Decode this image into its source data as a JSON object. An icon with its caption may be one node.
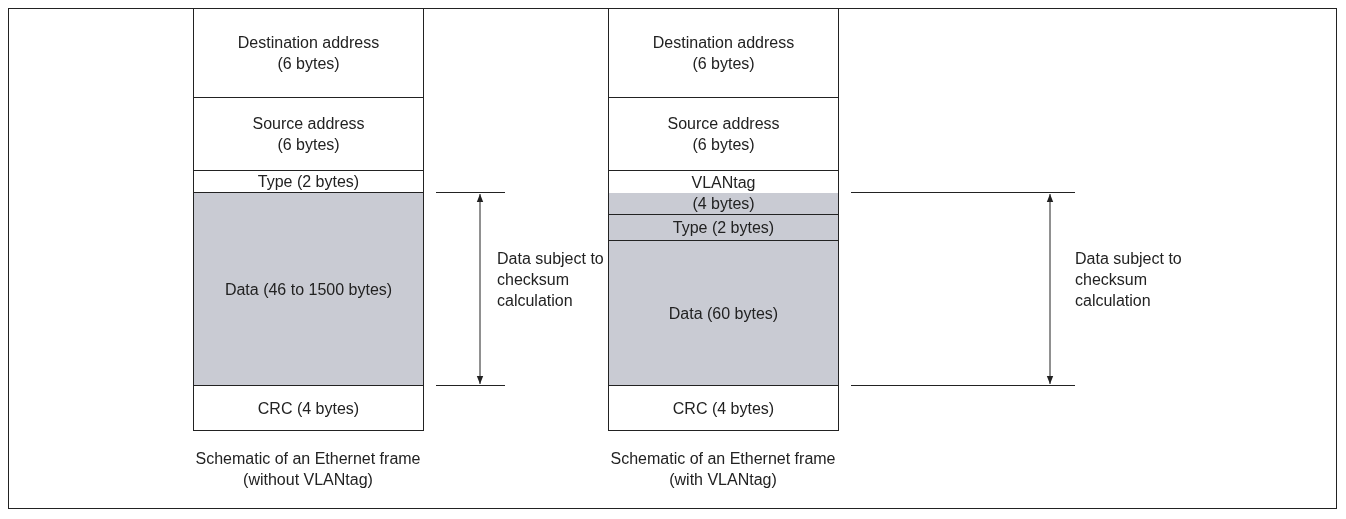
{
  "diagram": {
    "nodes": [
      {
        "text": [
          "Destination address (6 bytes)"
        ]
      },
      {
        "text": [
          "Source address (6 bytes)"
        ]
      },
      {
        "text": [
          "Type (2 bytes)"
        ]
      },
      {
        "text": [
          "Data (46 to 1500 bytes)"
        ]
      },
      {
        "text": [
          "CRC (4 bytes)"
        ]
      },
      {
        "text": [
          "Destination address (6 bytes)"
        ]
      },
      {
        "text": [
          "Source address (6 bytes)"
        ]
      },
      {
        "text": [
          "VLANtag (4 bytes)"
        ]
      },
      {
        "text": [
          "Type (2 bytes)"
        ]
      },
      {
        "text": [
          "Data (60 bytes)"
        ]
      },
      {
        "text": [
          "CRC (4 bytes)"
        ]
      }
    ],
    "edges": [],
    "labels": [
      "Data subject to checksum calculation",
      "Data subject to checksum calculation",
      "Schematic of an Ethernet frame (without VLANtag)",
      "Schematic of an Ethernet frame (with VLANtag)"
    ]
  }
}
